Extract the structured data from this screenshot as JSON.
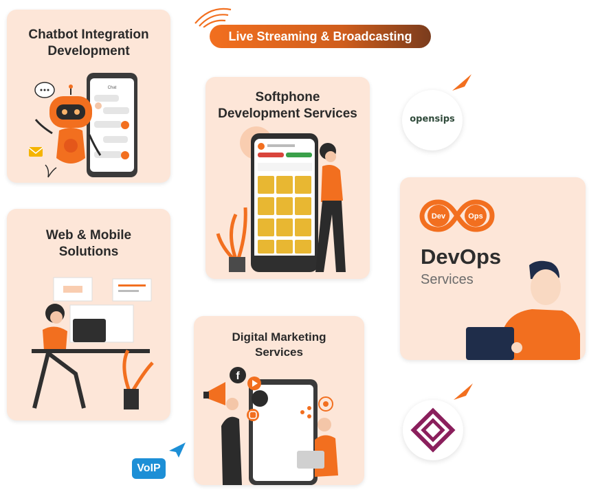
{
  "banner": {
    "label": "Live Streaming & Broadcasting"
  },
  "cards": {
    "chatbot": {
      "line1": "Chatbot Integration",
      "line2": "Development",
      "phone_header": "Chat"
    },
    "softphone": {
      "line1": "Softphone",
      "line2": "Development Services"
    },
    "web": {
      "line1": "Web & Mobile",
      "line2": "Solutions"
    },
    "digital": {
      "line1": "Digital Marketing",
      "line2": "Services"
    },
    "devops": {
      "logo_left": "Dev",
      "logo_right": "Ops",
      "title": "DevOps",
      "subtitle": "Services"
    }
  },
  "logos": {
    "opensips": "opensips"
  },
  "badges": {
    "voip": "VoIP"
  },
  "colors": {
    "accent": "#f26f1f",
    "card_bg": "#fde6d8",
    "voip_blue": "#1d8fd6",
    "phone_tile": "#e8b732"
  },
  "icons": [
    "wifi-icon",
    "arrow-icon",
    "facebook-icon",
    "twitter-icon",
    "instagram-icon",
    "play-icon",
    "share-icon",
    "target-icon",
    "megaphone-icon",
    "kamailio-icon"
  ]
}
